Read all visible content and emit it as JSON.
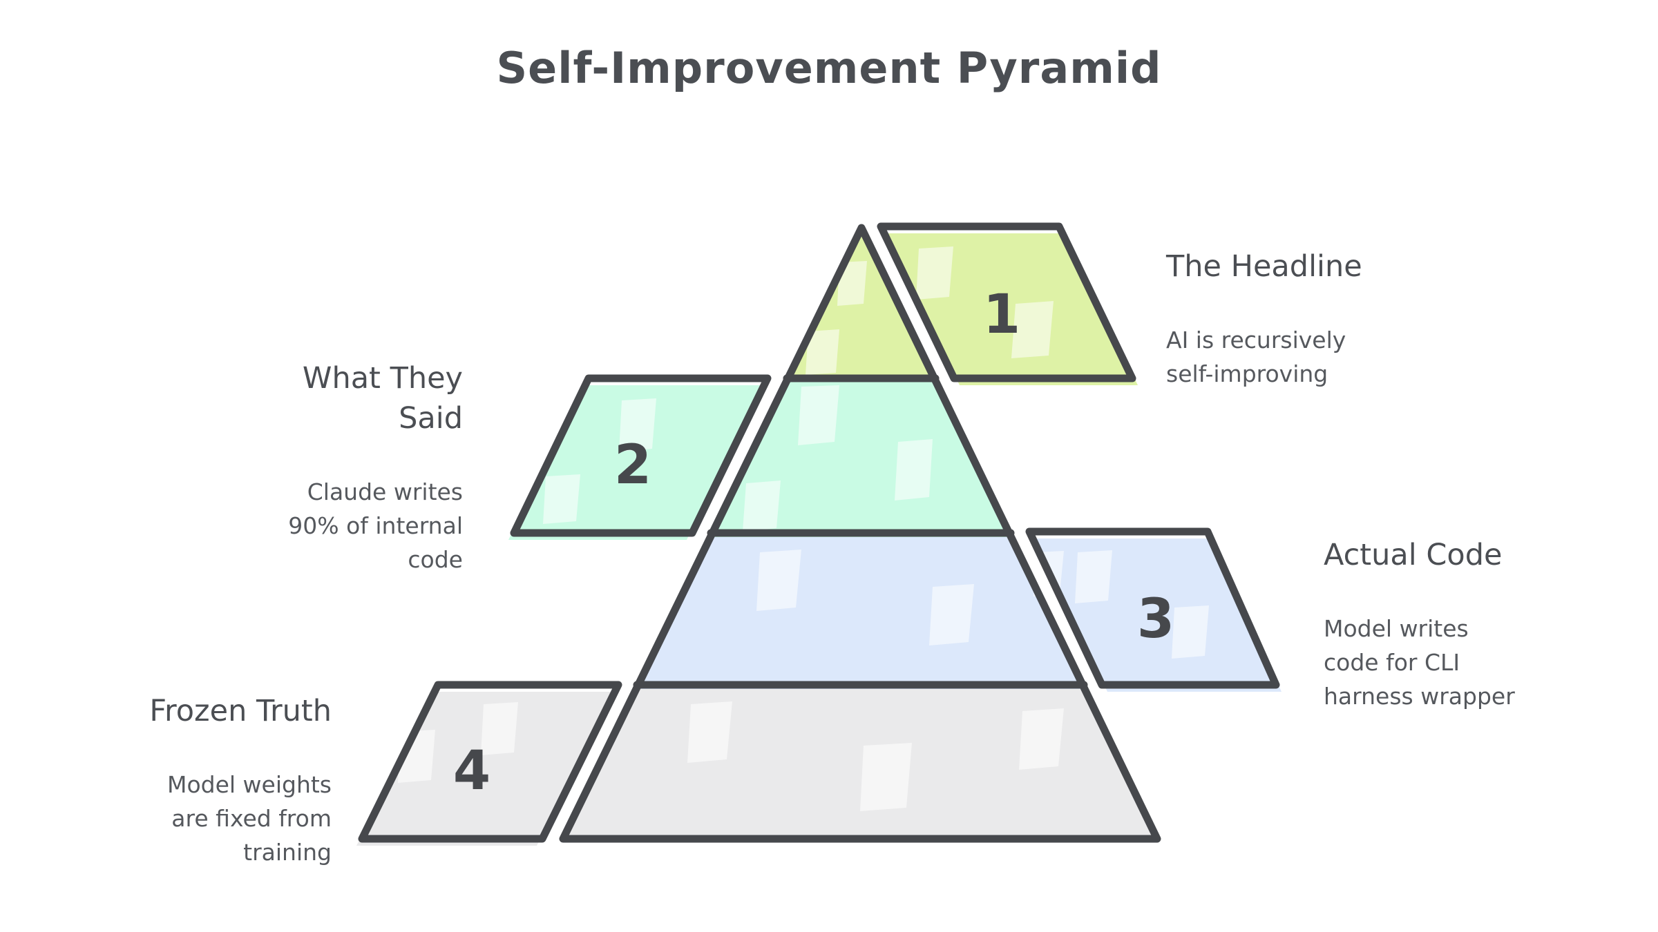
{
  "title": "Self-Improvement Pyramid",
  "colors": {
    "background": "#ffffff",
    "stroke": "#46484c",
    "text": "#4b4e53",
    "level1_fill": "#def2a6",
    "level2_fill": "#c9fbe4",
    "level3_fill": "#dce8fb",
    "level4_fill": "#eaeaeb"
  },
  "levels": [
    {
      "number": "1",
      "name": "The Headline",
      "description": "AI is recursively\nself-improving",
      "fill": "#def2a6",
      "label_side": "right"
    },
    {
      "number": "2",
      "name": "What They\nSaid",
      "description": "Claude writes\n90% of internal\ncode",
      "fill": "#c9fbe4",
      "label_side": "left"
    },
    {
      "number": "3",
      "name": "Actual Code",
      "description": "Model writes\ncode for CLI\nharness wrapper",
      "fill": "#dce8fb",
      "label_side": "right"
    },
    {
      "number": "4",
      "name": "Frozen Truth",
      "description": "Model weights\nare fixed from\ntraining",
      "fill": "#eaeaeb",
      "label_side": "left"
    }
  ]
}
